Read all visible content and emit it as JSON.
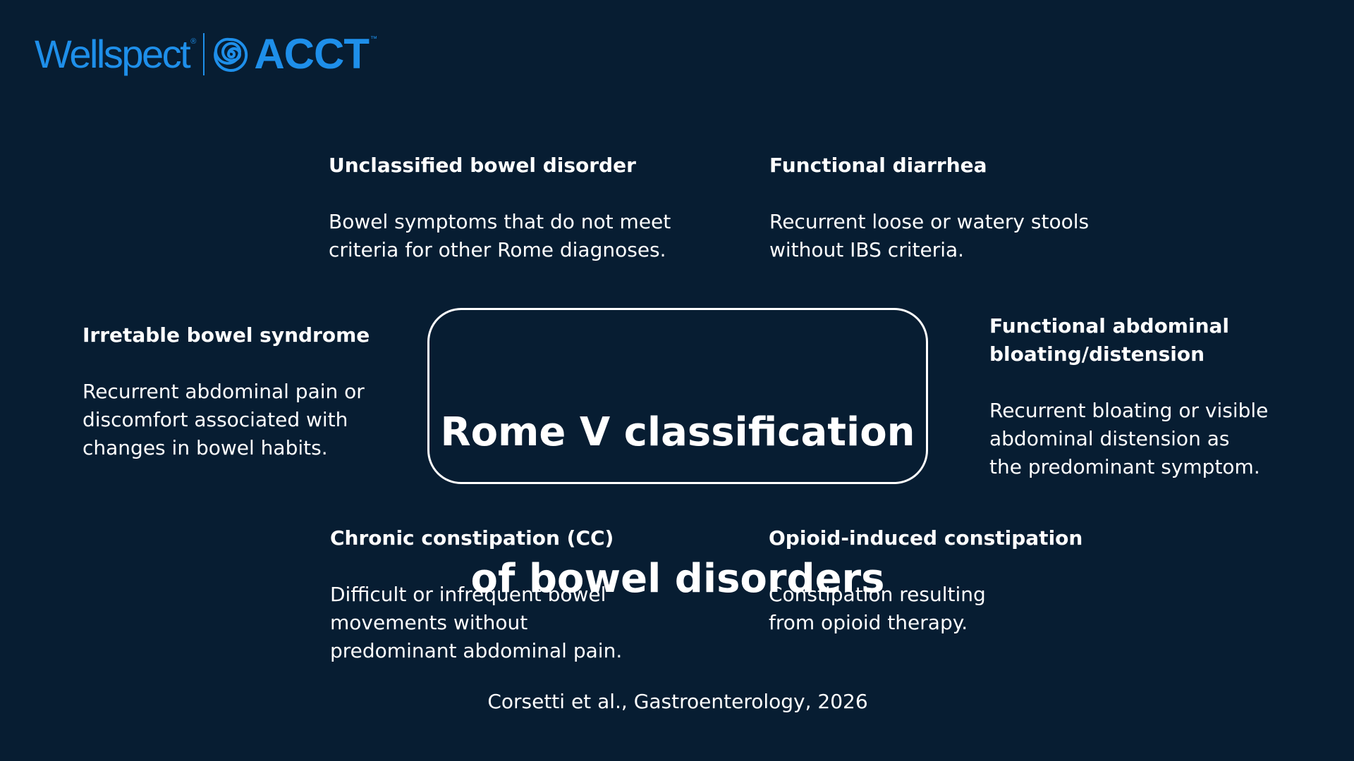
{
  "logo": {
    "brand": "Wellspect",
    "registered": "®",
    "product": "ACCT",
    "trademark": "™",
    "color": "#1e8fea",
    "icon": "spiral-icon"
  },
  "center": {
    "title_line1": "Rome V classification",
    "title_line2": "of bowel disorders",
    "citation": "Corsetti et al., Gastroenterology, 2026"
  },
  "items": {
    "unclassified": {
      "title": "Unclassified bowel disorder",
      "desc": "Bowel symptoms that do not meet\ncriteria for other Rome diagnoses."
    },
    "diarrhea": {
      "title": "Functional diarrhea",
      "desc": "Recurrent loose or watery stools\nwithout IBS criteria."
    },
    "ibs": {
      "title": "Irretable bowel syndrome",
      "desc": "Recurrent abdominal pain or\ndiscomfort associated with\nchanges in bowel habits."
    },
    "bloating": {
      "title": "Functional abdominal\nbloating/distension",
      "desc": "Recurrent bloating or visible\nabdominal distension as\nthe predominant symptom."
    },
    "constipation": {
      "title": "Chronic constipation (CC)",
      "desc": "Difficult or infrequent bowel\nmovements without\npredominant abdominal pain."
    },
    "opioid": {
      "title": "Opioid-induced constipation",
      "desc": "Constipation resulting\nfrom opioid therapy."
    }
  },
  "colors": {
    "background": "#071d32",
    "text": "#ffffff",
    "accent": "#1e8fea"
  }
}
